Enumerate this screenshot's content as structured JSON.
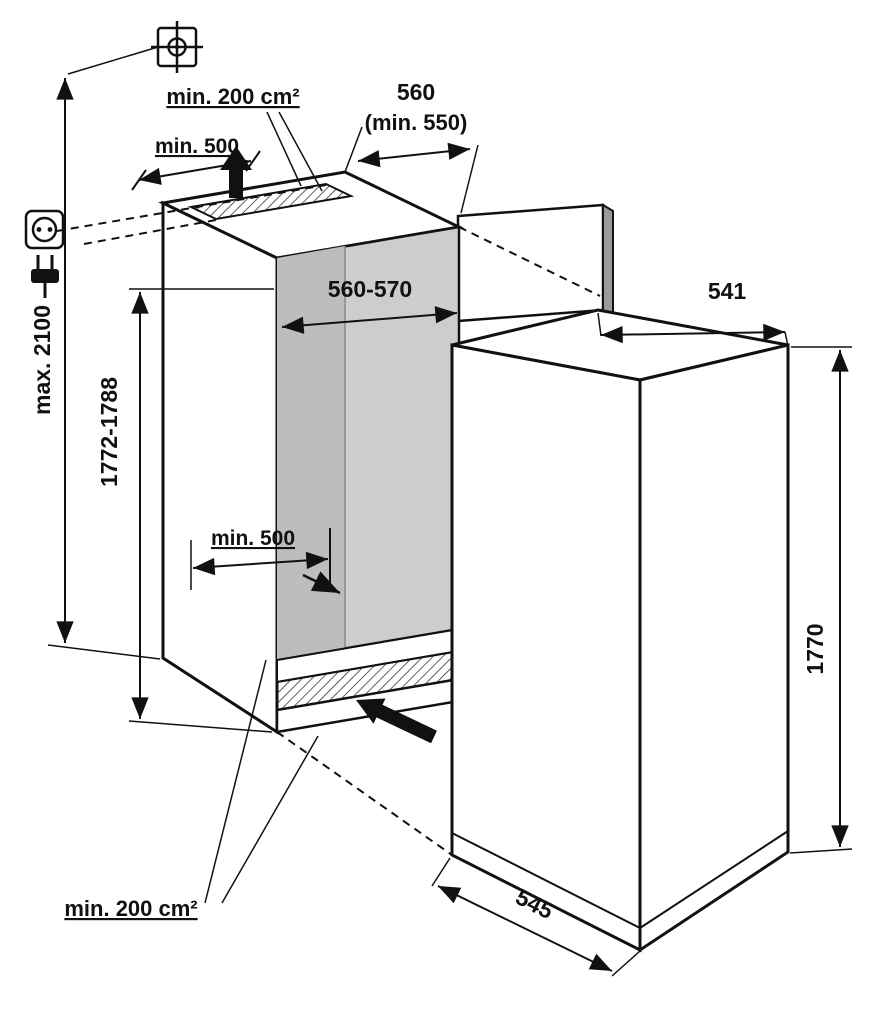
{
  "diagram": {
    "title": "built-in-appliance-installation-diagram",
    "labels": {
      "vent_top": "min. 200 cm²",
      "clearance_top": "min. 500",
      "depth_top_line1": "560",
      "depth_top_line2": "(min. 550)",
      "niche_width": "560-570",
      "appliance_width": "541",
      "max_height": "max. 2100",
      "niche_height": "1772-1788",
      "clearance_bottom": "min. 500",
      "appliance_height": "1770",
      "appliance_depth": "545",
      "vent_bottom": "min. 200 cm²"
    },
    "icons": [
      "datum-crosshair-icon",
      "power-socket-icon",
      "power-plug-icon"
    ],
    "colors": {
      "line": "#111111",
      "interior_back_wall": "#cdcdcd",
      "interior_side_wall": "#bdbdbd",
      "panel_edge": "#9a9a9a",
      "background": "#ffffff"
    }
  }
}
